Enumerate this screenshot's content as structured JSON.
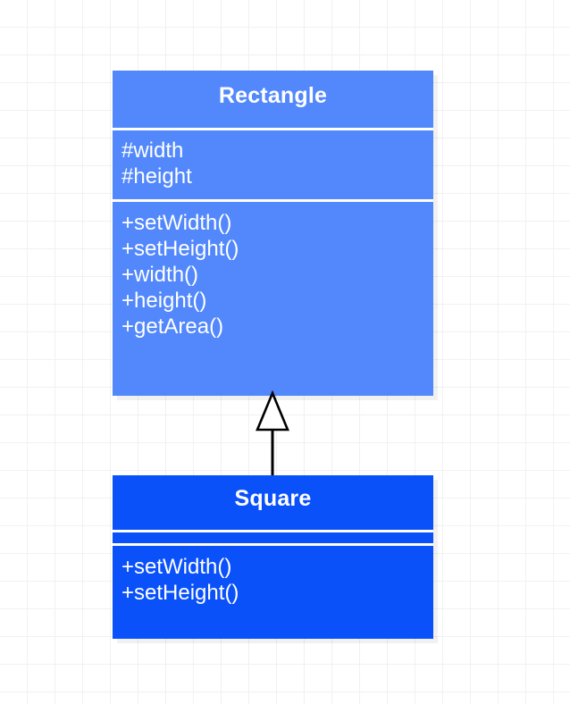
{
  "diagram": {
    "type": "uml-class-diagram",
    "canvas": {
      "background_color": "#ffffff",
      "grid_color": "#f1f1f1",
      "grid_size": 31
    },
    "classes": [
      {
        "id": "rectangle",
        "name": "Rectangle",
        "fill_color": "#5288fb",
        "text_color": "#ffffff",
        "attributes": [
          "#width",
          "#height"
        ],
        "operations": [
          "+setWidth()",
          "+setHeight()",
          "+width()",
          "+height()",
          "+getArea()"
        ]
      },
      {
        "id": "square",
        "name": "Square",
        "fill_color": "#0a51fa",
        "text_color": "#ffffff",
        "attributes": [],
        "operations": [
          "+setWidth()",
          "+setHeight()"
        ]
      }
    ],
    "relationships": [
      {
        "type": "generalization",
        "from": "Square",
        "to": "Rectangle",
        "arrow": "hollow-triangle",
        "line_color": "#000000",
        "arrow_fill": "#ffffff"
      }
    ]
  }
}
